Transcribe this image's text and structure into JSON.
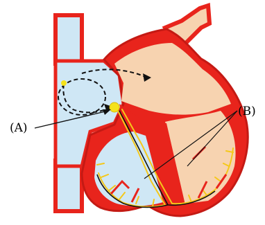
{
  "labels": {
    "a": "(A)",
    "b": "(B)"
  },
  "colors": {
    "muscle": "#e8241c",
    "muscle_dark": "#c41a14",
    "right_chamber": "#cfe7f5",
    "left_chamber": "#f7d3b0",
    "node": "#f5e21a",
    "fiber": "#f5c81a",
    "arrow": "#111111"
  },
  "icons": {
    "sa_node": "sa-node-dot",
    "av_node": "av-node-dot"
  }
}
